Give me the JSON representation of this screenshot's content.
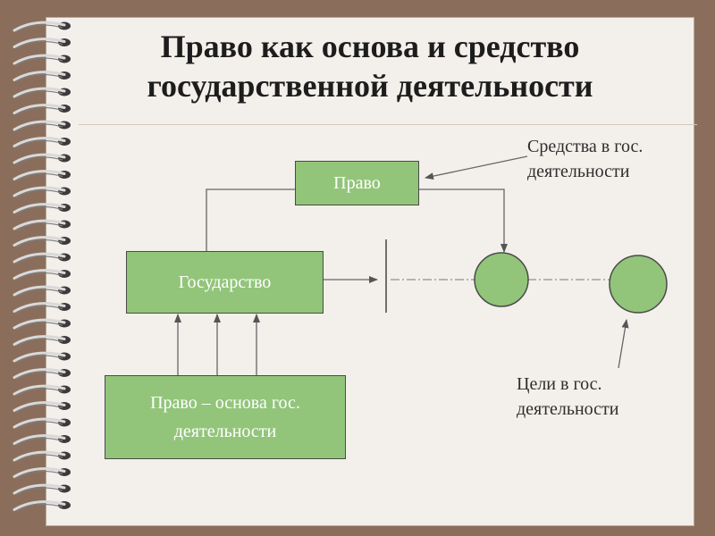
{
  "title": {
    "line1": "Право как основа и средство",
    "line2": "государственной деятельности"
  },
  "nodes": {
    "law": "Право",
    "state": "Государство",
    "basis_line1": "Право – основа гос.",
    "basis_line2": "деятельности"
  },
  "captions": {
    "means_line1": "Средства в гос.",
    "means_line2": "деятельности",
    "goals_line1": "Цели в гос.",
    "goals_line2": "деятельности"
  },
  "colors": {
    "background": "#8a6e5b",
    "slide": "#f3efea",
    "box_fill": "#92c57a",
    "box_border": "#4a4a4a",
    "box_text": "#ffffff"
  }
}
